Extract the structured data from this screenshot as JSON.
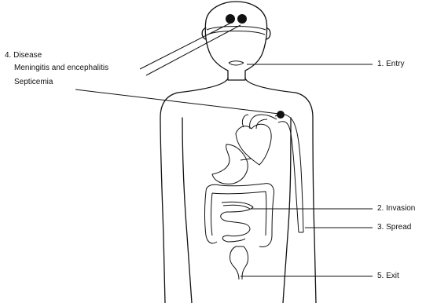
{
  "labels": {
    "disease": "4. Disease",
    "meningitis": "Meningitis and encephalitis",
    "septicemia": "Septicemia",
    "entry": "1. Entry",
    "invasion": "2. Invasion",
    "spread": "3. Spread",
    "exit": "5. Exit"
  },
  "icons": {
    "brain_dots": "infection-site-dots-icon",
    "chest_dot": "infection-site-dot-icon"
  },
  "colors": {
    "ink": "#111111",
    "background": "#ffffff"
  }
}
